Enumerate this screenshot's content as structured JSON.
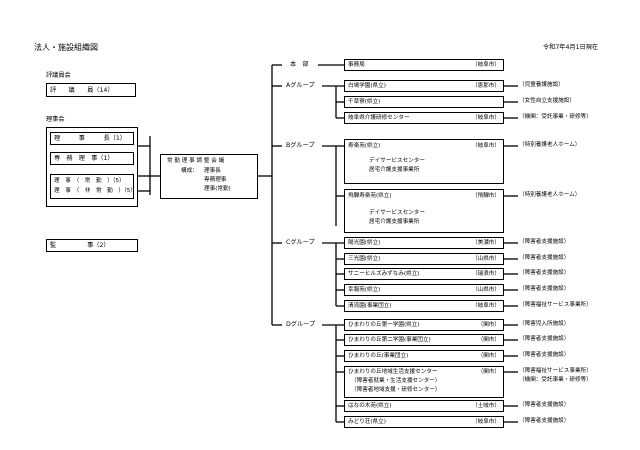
{
  "header": {
    "title": "法人・施設組織図",
    "date": "令和7年4月1日現在"
  },
  "left": {
    "hyogiinkai_label": "評議員会",
    "hyogiin_box": "評　　議　　員（14）",
    "rijikai_label": "理事会",
    "rijichou": "理　　　事　　　長（1）",
    "senmu": "専　務　理　事（1）",
    "riji_jokin": "理　事　（　常　勤　）（5）",
    "riji_hijokin": "理　事　（　非　常　勤　）（5）",
    "kanji": "監　　　　　事（2）"
  },
  "council": {
    "title": "常 勤 理 事 調 整 会 議",
    "composition_label": "構成：",
    "members": [
      "理事長",
      "専務理事",
      "理事(常勤)"
    ]
  },
  "groups": [
    {
      "label": "本　部"
    },
    {
      "label": "Aグループ"
    },
    {
      "label": "Bグループ"
    },
    {
      "label": "Cグループ"
    },
    {
      "label": "Dグループ"
    }
  ],
  "facilities": [
    {
      "name": "事務局",
      "loc": "（岐阜市）",
      "note": ""
    },
    {
      "name": "白鳩学園(県立)",
      "loc": "（恵那市）",
      "note": "（児童養護施設）"
    },
    {
      "name": "千草寮(県立)",
      "loc": "",
      "note": "（女性自立支援施設）"
    },
    {
      "name": "岐阜県介護研修センター",
      "loc": "（岐阜市）",
      "note": "（機関：受託事業・研修等）"
    },
    {
      "name": "寿楽苑(県立)",
      "loc": "（岐阜市）",
      "note": "（特別養護老人ホーム）",
      "sub": [
        "デイサービスセンター",
        "居宅介護支援事業所"
      ]
    },
    {
      "name": "飛騨寿楽苑(県立)",
      "loc": "（飛騨市）",
      "note": "（特別養護老人ホーム）",
      "sub": [
        "デイサービスセンター",
        "居宅介護支援事業所"
      ]
    },
    {
      "name": "陽光園(県立)",
      "loc": "（美濃市）",
      "note": "（障害者支援施設）"
    },
    {
      "name": "三光園(県立)",
      "loc": "（山県市）",
      "note": "（障害者支援施設）"
    },
    {
      "name": "サニーヒルズみずなみ(県立)",
      "loc": "（瑞浪市）",
      "note": "（障害者支援施設）"
    },
    {
      "name": "幸報苑(県立)",
      "loc": "（山県市）",
      "note": "（障害者支援施設）"
    },
    {
      "name": "清流園(事業団立)",
      "loc": "（岐阜市）",
      "note": "（障害福祉サービス事業所）"
    },
    {
      "name": "ひまわりの丘第一学園(県立)",
      "loc": "（関市）",
      "note": "（障害児入所施設）"
    },
    {
      "name": "ひまわりの丘第二学園(事業団立)",
      "loc": "（関市）",
      "note": "（障害者支援施設）"
    },
    {
      "name": "ひまわりの丘(事業団立)",
      "loc": "（関市）",
      "note": "（障害者支援施設）"
    },
    {
      "name": "ひまわりの丘地域生活支援センター",
      "loc": "（関市）",
      "note": "（障害福祉サービス事業所）",
      "note2": "（機関：受託事業・研修等）",
      "sub": [
        "（障害者就業・生活支援センター）",
        "（障害者地域支援・研修センター）"
      ]
    },
    {
      "name": "はなの木苑(県立)",
      "loc": "（土岐市）",
      "note": "（障害者支援施設）"
    },
    {
      "name": "みどり荘(県立)",
      "loc": "（岐阜市）",
      "note": "（障害者支援施設）"
    }
  ]
}
